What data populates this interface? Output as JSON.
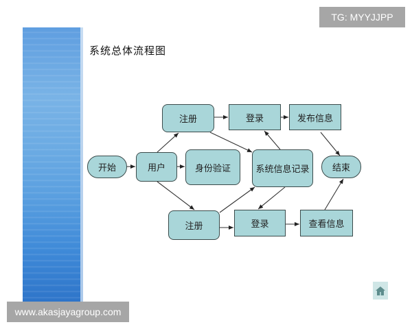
{
  "slide": {
    "title": "系统总体流程图"
  },
  "diagram": {
    "nodes": {
      "start": "开始",
      "user": "用户",
      "identity_verify": "身份验证",
      "register_top": "注册",
      "login_top": "登录",
      "publish_info": "发布信息",
      "system_info_record": "系统信息记录",
      "end": "结束",
      "register_bottom": "注册",
      "login_bottom": "登录",
      "view_info": "查看信息"
    },
    "edges": [
      {
        "from": "start",
        "to": "user"
      },
      {
        "from": "user",
        "to": "identity_verify"
      },
      {
        "from": "user",
        "to": "register_top"
      },
      {
        "from": "user",
        "to": "register_bottom"
      },
      {
        "from": "register_top",
        "to": "login_top"
      },
      {
        "from": "register_top",
        "to": "system_info_record"
      },
      {
        "from": "login_top",
        "to": "publish_info"
      },
      {
        "from": "system_info_record",
        "to": "login_top"
      },
      {
        "from": "publish_info",
        "to": "end"
      },
      {
        "from": "register_bottom",
        "to": "login_bottom"
      },
      {
        "from": "register_bottom",
        "to": "system_info_record"
      },
      {
        "from": "system_info_record",
        "to": "login_bottom"
      },
      {
        "from": "login_bottom",
        "to": "view_info"
      },
      {
        "from": "view_info",
        "to": "end"
      }
    ],
    "colors": {
      "node_fill": "#a9d6d9",
      "node_border": "#3a4a4a",
      "edge": "#333333"
    }
  },
  "watermarks": {
    "top_right": "TG: MYYJJPP",
    "bottom_left": "www.akasjayagroup.com"
  },
  "controls": {
    "home_icon": "home-icon"
  }
}
